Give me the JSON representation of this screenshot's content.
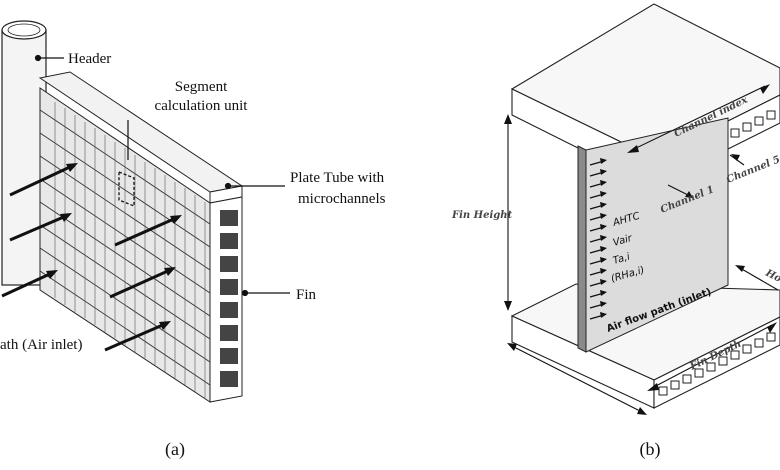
{
  "panel_a": {
    "caption": "(a)",
    "labels": {
      "header": "Header",
      "segment_line1": "Segment",
      "segment_line2": "calculation unit",
      "plate_line1": "Plate Tube with",
      "plate_line2": "microchannels",
      "fin": "Fin",
      "airflow": "ath (Air inlet)"
    }
  },
  "panel_b": {
    "caption": "(b)",
    "labels": {
      "fin_height": "Fin Height",
      "channel_index": "Channel index",
      "channel_1": "Channel 1",
      "channel_5": "Channel 5",
      "fin_depth": "Fin Depth",
      "height_cut": "Ho",
      "ahtc": "AHTC",
      "v_air": "Vair",
      "t_air": "Ta,i",
      "rh_air": "(RHa,i)",
      "air_flow_path": "Air flow path (inlet)"
    }
  },
  "colors": {
    "line": "#1a1a1a",
    "plate_face": "#ffffff",
    "fin_face": "#dcdcdc",
    "fin_dark": "#555555"
  }
}
